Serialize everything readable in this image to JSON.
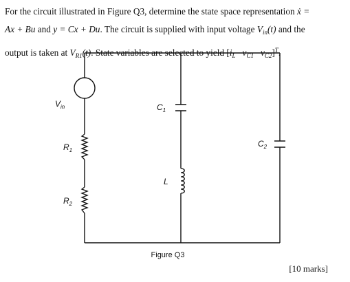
{
  "question": {
    "line1_text": "For the circuit illustrated in Figure Q3, determine the state space representation ",
    "line1_eq": "ẋ =",
    "line2_a": "Ax + Bu",
    "line2_b": " and ",
    "line2_c": "y = Cx + Du",
    "line2_d": ". The circuit is supplied with input voltage ",
    "line2_v": "V",
    "line2_vsub": "in",
    "line2_e": "(t)",
    "line2_f": " and the",
    "line3_a": "output is taken at ",
    "line3_v": "V",
    "line3_vsub": "R1",
    "line3_b": "(t)",
    "line3_c": ". State variables are selected to yield [",
    "line3_i": "i",
    "line3_isub": "L",
    "line3_vc1": "v",
    "line3_vc1sub": "C1",
    "line3_vc2": "v",
    "line3_vc2sub": "C2",
    "line3_d": "]",
    "line3_sup": "T",
    "line3_end": "."
  },
  "figure": {
    "caption": "Figure Q3",
    "labels": {
      "vin": "V",
      "vin_sub": "in",
      "r1": "R",
      "r1_sub": "1",
      "r2": "R",
      "r2_sub": "2",
      "c1": "C",
      "c1_sub": "1",
      "c2": "C",
      "c2_sub": "2",
      "l": "L"
    }
  },
  "marks": "[10 marks]"
}
